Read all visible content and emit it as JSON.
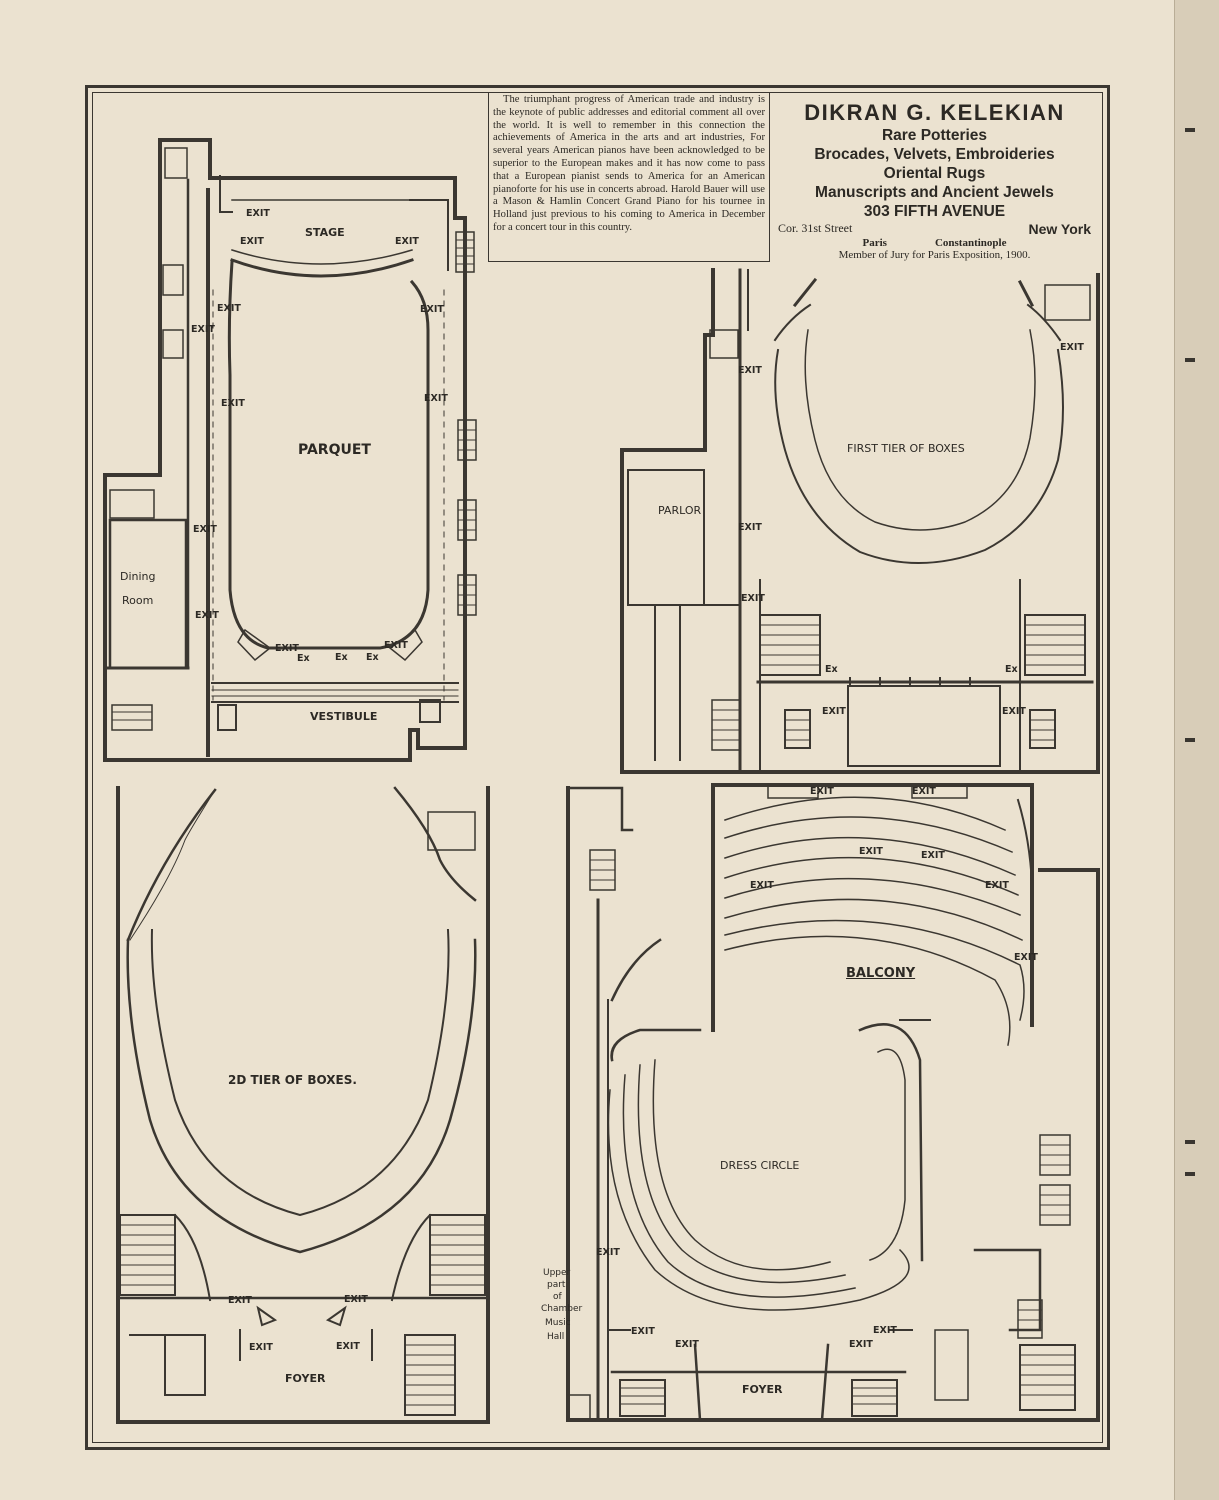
{
  "advertisement": {
    "paragraph": "The triumphant progress of American trade and industry is the keynote of public addresses and editorial comment all over the world. It is well to remember in this connection the achievements of America in the arts and art industries, For several years American pianos have been acknowledged to be superior to the European makes and it has now come to pass that a European pianist sends to America for an American pianoforte for his use in concerts abroad. Harold Bauer will use a Mason & Hamlin Concert Grand Piano for his tournee in Holland just previous to his coming to America in December for a concert tour in this country."
  },
  "kelekian": {
    "name": "DIKRAN G. KELEKIAN",
    "line1": "Rare Potteries",
    "line2": "Brocades, Velvets, Embroideries",
    "line3": "Oriental Rugs",
    "line4": "Manuscripts and Ancient Jewels",
    "address": "303 FIFTH AVENUE",
    "corner": "Cor. 31st Street",
    "city": "New York",
    "paris": "Paris",
    "constantinople": "Constantinople",
    "jury": "Member of Jury for Paris Exposition, 1900."
  },
  "plan1": {
    "stage": "STAGE",
    "parquet": "PARQUET",
    "vestibule": "VESTIBULE",
    "dining": "Dining",
    "room": "Room",
    "exit": "EXIT",
    "ex": "Ex"
  },
  "plan2": {
    "tier": "FIRST TIER OF BOXES",
    "parlor": "PARLOR",
    "exit": "EXIT",
    "ex": "Ex"
  },
  "plan3": {
    "tier": "2D TIER OF BOXES.",
    "foyer": "FOYER",
    "exit": "EXIT"
  },
  "plan4": {
    "balcony": "BALCONY",
    "dress_circle": "DRESS CIRCLE",
    "foyer": "FOYER",
    "exit": "EXIT",
    "upper1": "Upper",
    "upper2": "part",
    "upper3": "of",
    "upper4": "Chamber",
    "upper5": "Music",
    "upper6": "Hall"
  }
}
